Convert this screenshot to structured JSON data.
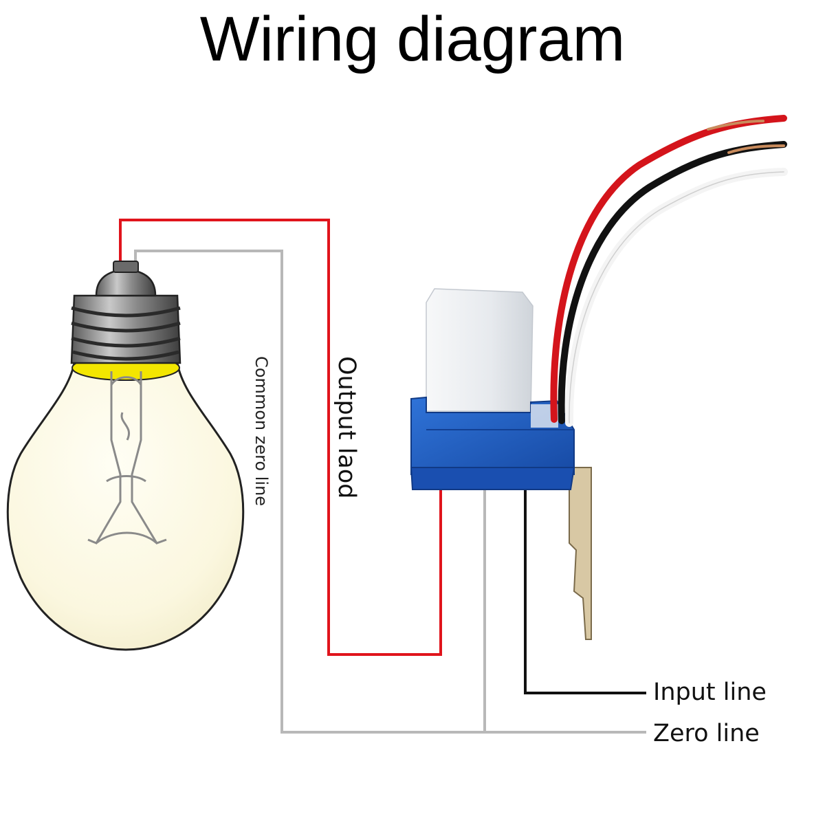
{
  "title": "Wiring diagram",
  "labels": {
    "output_load": "Output laod",
    "common_zero": "Common zero line",
    "input_line": "Input line",
    "zero_line": "Zero line"
  },
  "colors": {
    "live_wire": "#e0141c",
    "neutral_wire": "#b8b8b8",
    "input_wire": "#111111",
    "bulb_glass": "#fbf8e4",
    "bulb_glow": "#f3e600",
    "sensor_dome": "#eef0f2",
    "sensor_base": "#1f5fc4"
  },
  "icons": {
    "bulb": "light-bulb-icon",
    "sensor": "photocell-sensor-icon"
  }
}
